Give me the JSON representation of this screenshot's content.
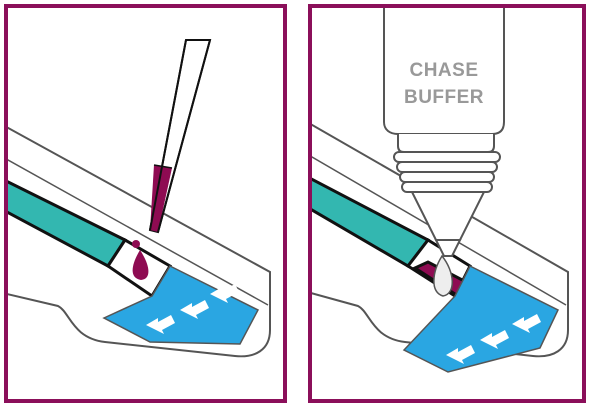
{
  "panels": [
    {
      "id": "apply-sample"
    },
    {
      "id": "apply-chase-buffer"
    }
  ],
  "buffer_bottle": {
    "label_line1": "CHASE",
    "label_line2": "BUFFER"
  },
  "colors": {
    "frame": "#8b0f5a",
    "sample": "#8e0b52",
    "test_strip": "#33b7b0",
    "arrow_zone": "#2aa6e2",
    "outline": "#555555",
    "arrow": "#ffffff",
    "buffer_drop": "#eeeeee"
  },
  "icons": [
    "pipette-icon",
    "drop-icon",
    "arrow-icon",
    "buffer-bottle-icon"
  ]
}
